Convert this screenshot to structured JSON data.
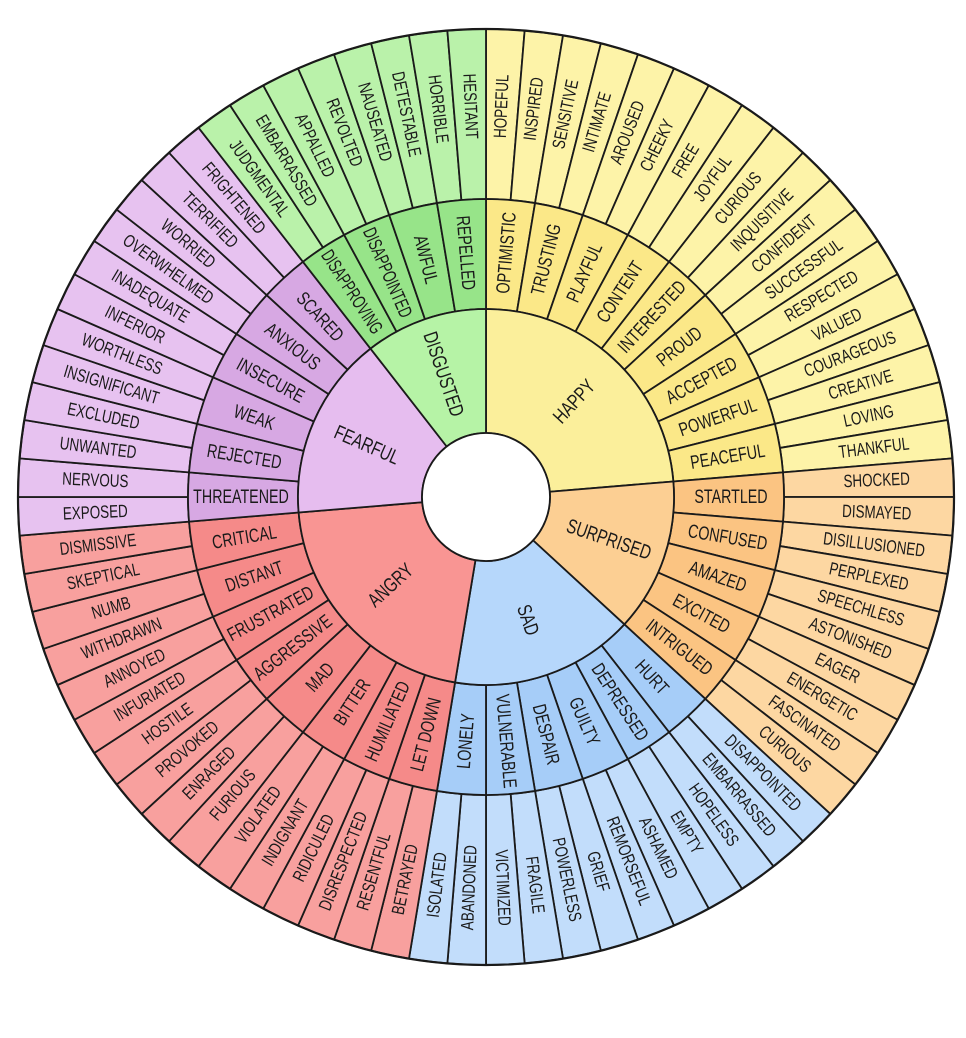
{
  "wheel": {
    "center_hole": true,
    "start_heading_deg": 0,
    "direction": "clockwise",
    "emotions": [
      {
        "name": "HAPPY",
        "color": "#fbef9b",
        "mid_color": "#fbe888",
        "outer_color": "#fdf3a8",
        "secondary": [
          {
            "name": "OPTIMISTIC",
            "outer": [
              "HOPEFUL",
              "INSPIRED"
            ]
          },
          {
            "name": "TRUSTING",
            "outer": [
              "SENSITIVE",
              "INTIMATE"
            ]
          },
          {
            "name": "PLAYFUL",
            "outer": [
              "AROUSED",
              "CHEEKY"
            ]
          },
          {
            "name": "CONTENT",
            "outer": [
              "FREE",
              "JOYFUL"
            ]
          },
          {
            "name": "INTERESTED",
            "outer": [
              "CURIOUS",
              "INQUISITIVE"
            ]
          },
          {
            "name": "PROUD",
            "outer": [
              "CONFIDENT",
              "SUCCESSFUL"
            ]
          },
          {
            "name": "ACCEPTED",
            "outer": [
              "RESPECTED",
              "VALUED"
            ]
          },
          {
            "name": "POWERFUL",
            "outer": [
              "COURAGEOUS",
              "CREATIVE"
            ]
          },
          {
            "name": "PEACEFUL",
            "outer": [
              "LOVING",
              "THANKFUL"
            ]
          }
        ]
      },
      {
        "name": "SURPRISED",
        "color": "#fccf93",
        "mid_color": "#fbc482",
        "outer_color": "#fdd7a2",
        "secondary": [
          {
            "name": "STARTLED",
            "outer": [
              "SHOCKED",
              "DISMAYED"
            ]
          },
          {
            "name": "CONFUSED",
            "outer": [
              "DISILLUSIONED",
              "PERPLEXED"
            ]
          },
          {
            "name": "AMAZED",
            "outer": [
              "SPEECHLESS",
              "ASTONISHED"
            ]
          },
          {
            "name": "EXCITED",
            "outer": [
              "EAGER",
              "ENERGETIC"
            ]
          },
          {
            "name": "INTRIGUED",
            "outer": [
              "FASCINATED",
              "CURIOUS"
            ]
          }
        ]
      },
      {
        "name": "SAD",
        "color": "#b6d7fb",
        "mid_color": "#a6cdf8",
        "outer_color": "#c2ddfb",
        "secondary": [
          {
            "name": "HURT",
            "outer": [
              "DISAPPOINTED",
              "EMBARRASSED"
            ]
          },
          {
            "name": "DEPRESSED",
            "outer": [
              "HOPELESS",
              "EMPTY"
            ]
          },
          {
            "name": "GUILTY",
            "outer": [
              "ASHAMED",
              "REMORSEFUL"
            ]
          },
          {
            "name": "DESPAIR",
            "outer": [
              "GRIEF",
              "POWERLESS"
            ]
          },
          {
            "name": "VULNERABLE",
            "outer": [
              "FRAGILE",
              "VICTIMIZED"
            ]
          },
          {
            "name": "LONELY",
            "outer": [
              "ABANDONED",
              "ISOLATED"
            ]
          }
        ]
      },
      {
        "name": "ANGRY",
        "color": "#f99593",
        "mid_color": "#f58a89",
        "outer_color": "#f8a09e",
        "secondary": [
          {
            "name": "LET DOWN",
            "outer": [
              "BETRAYED",
              "RESENTFUL"
            ]
          },
          {
            "name": "HUMILIATED",
            "outer": [
              "DISRESPECTED",
              "RIDICULED"
            ]
          },
          {
            "name": "BITTER",
            "outer": [
              "INDIGNANT",
              "VIOLATED"
            ]
          },
          {
            "name": "MAD",
            "outer": [
              "FURIOUS",
              "ENRAGED"
            ]
          },
          {
            "name": "AGGRESSIVE",
            "outer": [
              "PROVOKED",
              "HOSTILE"
            ]
          },
          {
            "name": "FRUSTRATED",
            "outer": [
              "INFURIATED",
              "ANNOYED"
            ]
          },
          {
            "name": "DISTANT",
            "outer": [
              "WITHDRAWN",
              "NUMB"
            ]
          },
          {
            "name": "CRITICAL",
            "outer": [
              "SKEPTICAL",
              "DISMISSIVE"
            ]
          }
        ]
      },
      {
        "name": "FEARFUL",
        "color": "#e6bdef",
        "mid_color": "#d7a8e3",
        "outer_color": "#e7c2f0",
        "secondary": [
          {
            "name": "THREATENED",
            "outer": [
              "EXPOSED",
              "NERVOUS"
            ]
          },
          {
            "name": "REJECTED",
            "outer": [
              "UNWANTED",
              "EXCLUDED"
            ]
          },
          {
            "name": "WEAK",
            "outer": [
              "INSIGNIFICANT",
              "WORTHLESS"
            ]
          },
          {
            "name": "INSECURE",
            "outer": [
              "INFERIOR",
              "INADEQUATE"
            ]
          },
          {
            "name": "ANXIOUS",
            "outer": [
              "OVERWHELMED",
              "WORRIED"
            ]
          },
          {
            "name": "SCARED",
            "outer": [
              "TERRIFIED",
              "FRIGHTENED"
            ]
          }
        ]
      },
      {
        "name": "DISGUSTED",
        "color": "#b6f3a6",
        "mid_color": "#97e489",
        "outer_color": "#baf2aa",
        "secondary": [
          {
            "name": "DISAPPROVING",
            "outer": [
              "JUDGMENTAL",
              "EMBARRASSED"
            ]
          },
          {
            "name": "DISAPPOINTED",
            "outer": [
              "APPALLED",
              "REVOLTED"
            ]
          },
          {
            "name": "AWFUL",
            "outer": [
              "NAUSEATED",
              "DETESTABLE"
            ]
          },
          {
            "name": "REPELLED",
            "outer": [
              "HORRIBLE",
              "HESITANT"
            ]
          }
        ]
      }
    ]
  }
}
